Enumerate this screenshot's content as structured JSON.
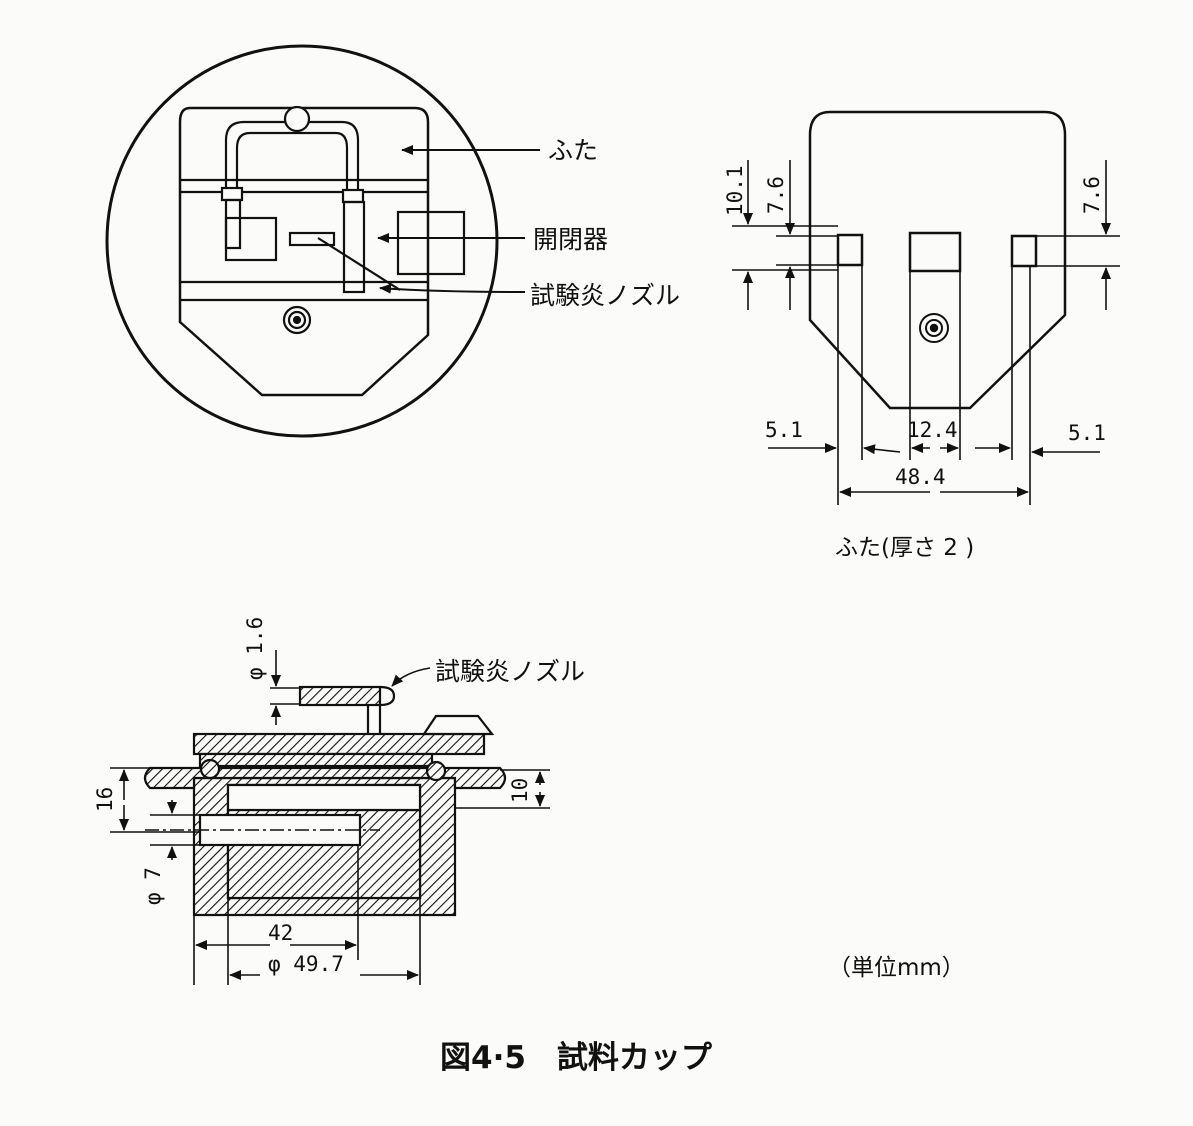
{
  "figure": {
    "title": "図4·5　試料カップ",
    "unit": "（単位mm）"
  },
  "top_view": {
    "lid_label": "ふた",
    "opener_label": "開閉器",
    "nozzle_label": "試験炎ノズル"
  },
  "lid_drawing": {
    "caption": "ふた(厚さ 2 )",
    "dim_10_1": "10.1",
    "dim_7_6_left": "7.6",
    "dim_7_6_right": "7.6",
    "dim_5_1_left": "5.1",
    "dim_12_4": "12.4",
    "dim_5_1_right": "5.1",
    "dim_48_4": "48.4"
  },
  "section_view": {
    "nozzle_label": "試験炎ノズル",
    "dim_phi_1_6": "φ 1.6",
    "dim_16": "16",
    "dim_10": "10",
    "dim_phi_7": "φ 7",
    "dim_42": "42",
    "dim_phi_49_7": "φ 49.7"
  }
}
